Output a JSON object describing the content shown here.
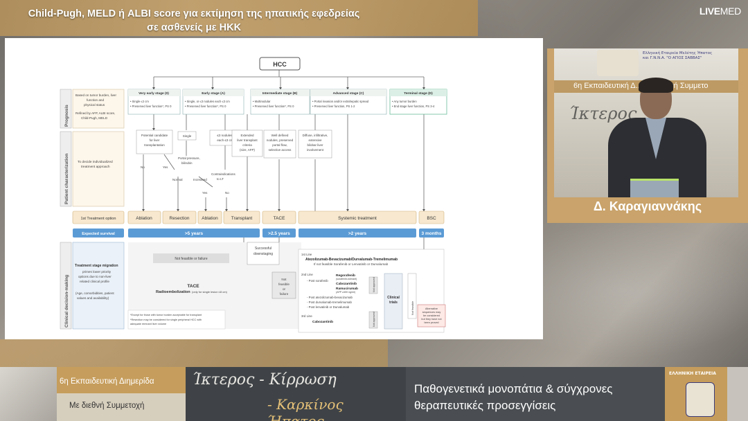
{
  "header": {
    "title_line1": "Child-Pugh, MELD ή ALBI score για εκτίμηση της ηπατικής εφεδρείας",
    "title_line2": "σε ασθενείς με ΗΚΚ",
    "broadcaster_bold": "LIVE",
    "broadcaster_rest": "MED"
  },
  "slide": {
    "root": "HCC",
    "side_labels": [
      "Prognosis",
      "Patient characterization",
      "Clinical decision-making"
    ],
    "left_notes": {
      "prognosis_1": "Based on tumor burden, liver",
      "prognosis_2": "function and",
      "prognosis_3": "physical status",
      "prognosis_4": "Refined by AFP, ALBI score,",
      "prognosis_5": "Child-Pugh, MELD",
      "patient_1": "To decide individualized",
      "patient_2": "treatment approach",
      "migration_title": "Treatment stage migration",
      "migration_1": "primes lower priority",
      "migration_2": "options due to non-liver",
      "migration_3": "related clinical profile",
      "migration_4": "(Age, comorbidities, patient",
      "migration_5": "values and availability)"
    },
    "stages": [
      {
        "title": "Very early stage (0)",
        "l1": "• Single ≤2 cm",
        "l2": "• Preserved liver function*, PS 0"
      },
      {
        "title": "Early stage (A)",
        "l1": "• Single, or ≤3 nodules each ≤3 cm",
        "l2": "• Preserved liver function*, PS 0"
      },
      {
        "title": "Intermediate stage (B)",
        "l1": "• Multinodular",
        "l2": "• Preserved liver function*, PS 0"
      },
      {
        "title": "Advanced stage (C)",
        "l1": "• Portal invasion and/or extrahepatic spread",
        "l2": "• Preserved liver function, PS 1-2"
      },
      {
        "title": "Terminal stage (D)",
        "l1": "• Any tumor burden",
        "l2": "• End stage liver function, PS 3-4"
      }
    ],
    "char": {
      "candidate_1": "Potential candidate",
      "candidate_2": "for liver",
      "candidate_3": "transplantation",
      "single": "Single",
      "nodules_1": "≤3 nodules,",
      "nodules_2": "each ≤3 cm",
      "extended_1": "Extended",
      "extended_2": "liver transplant",
      "extended_3": "criteria",
      "extended_4": "(size, AFP)",
      "well_1": "Well defined",
      "well_2": "nodules, preserved",
      "well_3": "portal flow,",
      "well_4": "selective access",
      "diffuse_1": "Diffuse, infiltrative,",
      "diffuse_2": "extensive",
      "diffuse_3": "bilobar liver",
      "diffuse_4": "involvement",
      "no": "No",
      "yes": "Yes",
      "portal_1": "Portal pressure,",
      "portal_2": "bilirubin",
      "normal": "Normal",
      "increased": "Increased",
      "contra_1": "Contraindications",
      "contra_2": "to LT",
      "yes2": "Yes",
      "no2": "No"
    },
    "treatment_label": "1st Treatment option",
    "treatments": [
      "Ablation",
      "Resection",
      "Ablation",
      "Transplant",
      "TACE",
      "Systemic treatment",
      "BSC"
    ],
    "survival_label": "Expected survival",
    "survivals": [
      ">5 years",
      ">2.5 years",
      ">2 years",
      "3 months"
    ],
    "decision": {
      "not_feasible": "Not feasible or failure",
      "tace": "TACE",
      "radio": "Radioembolization",
      "radio_note": "(only for single lesion ≤8 cm)",
      "successful_1": "Successful",
      "successful_2": "downstaging",
      "nf_1": "Not",
      "nf_2": "feasible",
      "nf_3": "or",
      "nf_4": "failure",
      "line1": "1st Line",
      "line1_drug": "Atezolizumab-Bevacizumab/Durvalumab-Tremelimumab",
      "line1_alt": "If not feasible Sorafenib or Lenvatinib or Durvalumab",
      "line2": "2nd Line",
      "post_sor": "- Post sorafenib",
      "rego": "Regorafenib",
      "rego_note": "(sorafenib-tolerant)",
      "cabo": "Cabozantinib",
      "ramu": "Ramucirumab",
      "ramu_note": "(AFP ≥400 ng/ml)",
      "post_ab": "- Post atezolizumab-bevacizumab",
      "post_dt": "- Post durvalumab-tremelimumab",
      "post_lenva": "- Post lenvatinib or Durvalumab",
      "line3": "3rd Line",
      "cabo3": "Cabozantinib",
      "not_approved": "Not approved",
      "clinical_1": "Clinical",
      "clinical_2": "trials",
      "not_feasible_v": "Not feasible",
      "alt_1": "Alternative",
      "alt_2": "sequences may",
      "alt_3": "be considered",
      "alt_4": "but they have not",
      "alt_5": "been proved",
      "fn1": "*Except for those with tumor burden acceptable for transplant",
      "fn2": "*Resection may be considered for single peripheral HCC with",
      "fn3": "adequate remnant liver volume"
    }
  },
  "speaker": {
    "name": "Δ. Καραγιαννάκης",
    "screen_banner": "6η Εκπαιδευτική Δ... Με Διεθνή Συμμετο",
    "screen_script": "Ίκτερος",
    "screen_text_1": "Ελληνική Εταιρεία Μελέτης Ήπατος",
    "screen_text_2": "και Γ.Ν.Ν.Α. \"Ο ΑΓΙΟΣ ΣΑΒΒΑΣ\""
  },
  "footer": {
    "event_line1": "6η Εκπαιδευτική Διημερίδα",
    "event_line2": "Με διεθνή Συμμετοχή",
    "script_line1": "Ίκτερος - Κίρρωση",
    "script_line2": "- Καρκίνος Ήπατος",
    "topic_line1": "Παθογενετικά μονοπάτια & σύγχρονες",
    "topic_line2": "θεραπευτικές προσεγγίσεις",
    "logo_text": "ΕΛΛΗΝΙΚΗ ΕΤΑΙΡΕΙΑ"
  },
  "colors": {
    "gold": "#c69d5c",
    "stage_header_green": "#dcefe6",
    "survival_blue": "#5b9bd5",
    "treatment_tan": "#f7e8cf"
  }
}
